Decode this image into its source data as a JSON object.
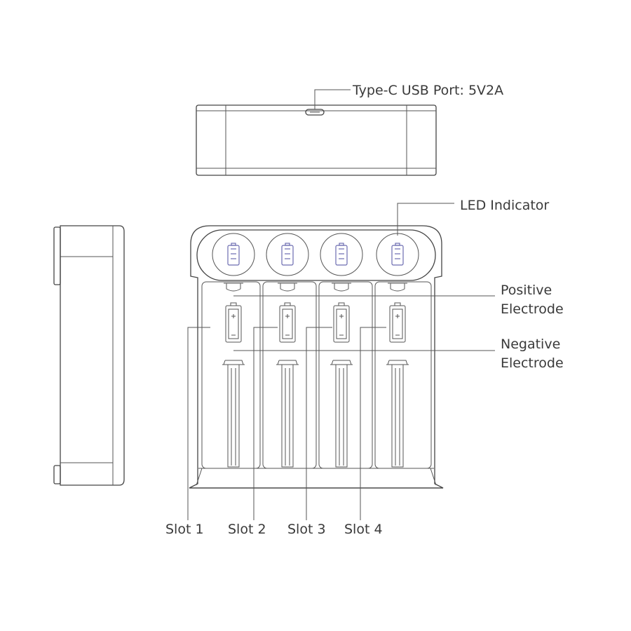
{
  "labels": {
    "usb_port": "Type-C USB Port: 5V2A",
    "led_indicator": "LED Indicator",
    "positive_line1": "Positive",
    "positive_line2": "Electrode",
    "negative_line1": "Negative",
    "negative_line2": "Electrode"
  },
  "slots": [
    {
      "label": "Slot 1"
    },
    {
      "label": "Slot 2"
    },
    {
      "label": "Slot 3"
    },
    {
      "label": "Slot 4"
    }
  ],
  "colors": {
    "line": "#444444",
    "led_accent": "#6c6cb0",
    "text": "#3a3a3a"
  },
  "icons": {
    "led": "battery-level-icon",
    "slot": "battery-plus-icon"
  }
}
